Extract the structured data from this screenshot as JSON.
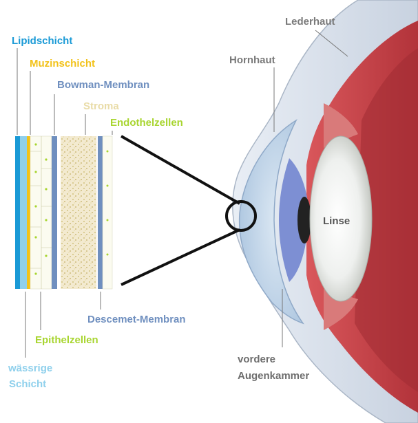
{
  "labels": {
    "lipid": "Lipidschicht",
    "muzin": "Muzinschicht",
    "bowman": "Bowman-Membran",
    "stroma": "Stroma",
    "endothel": "Endothelzellen",
    "descemet": "Descemet-Membran",
    "epithel": "Epithelzellen",
    "waessrige_1": "wässrige",
    "waessrige_2": "Schicht",
    "lederhaut": "Lederhaut",
    "hornhaut": "Hornhaut",
    "linse": "Linse",
    "vordere_1": "vordere",
    "vordere_2": "Augenkammer"
  },
  "colors": {
    "lipid": "#1a9ad6",
    "watery": "#8fd0ec",
    "muzin": "#f2c21a",
    "bowman": "#6f8fbf",
    "stroma": "#e9dca8",
    "endothel": "#a8d530",
    "descemet": "#6f8fbf",
    "epithel": "#a8d530",
    "gray_label": "#7a7a7a",
    "sclera": "#d4dce8",
    "muscle": "#c0464a",
    "cornea": "#bcd3ea"
  }
}
